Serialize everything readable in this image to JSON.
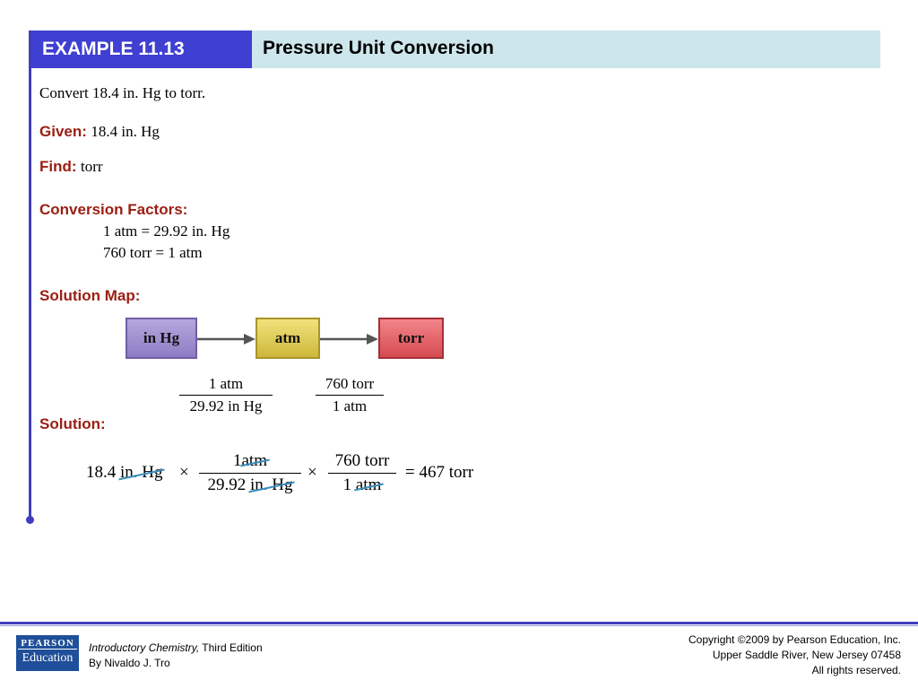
{
  "header": {
    "example": "EXAMPLE 11.13",
    "title": "Pressure Unit Conversion"
  },
  "problem": "Convert 18.4 in. Hg to torr.",
  "given": {
    "label": "Given:",
    "value": "18.4 in. Hg"
  },
  "find": {
    "label": "Find:",
    "value": "torr"
  },
  "conversion": {
    "label": "Conversion Factors:",
    "factor1": "1 atm = 29.92 in. Hg",
    "factor2": "760 torr = 1 atm"
  },
  "solution_map": {
    "label": "Solution Map:",
    "boxes": [
      "in Hg",
      "atm",
      "torr"
    ],
    "box_colors": [
      "#a08fd0",
      "#e2cf55",
      "#e0636a"
    ],
    "factors": [
      {
        "num": "1 atm",
        "den": "29.92 in Hg"
      },
      {
        "num": "760 torr",
        "den": "1 atm"
      }
    ]
  },
  "solution": {
    "label": "Solution:",
    "start_value": "18.4",
    "start_unit": "in. Hg",
    "times": "×",
    "f1_num_value": "1",
    "f1_num_unit": "atm",
    "f1_den_value": "29.92",
    "f1_den_unit": "in. Hg",
    "f2_num": "760 torr",
    "f2_den_value": "1",
    "f2_den_unit": "atm",
    "result": "= 467 torr"
  },
  "footer": {
    "logo_top": "PEARSON",
    "logo_bottom": "Education",
    "book_title": "Introductory Chemistry,",
    "edition": " Third Edition",
    "author": "By Nivaldo J. Tro",
    "copyright1": "Copyright ©2009 by Pearson Education, Inc.",
    "copyright2": "Upper Saddle River, New Jersey 07458",
    "copyright3": "All rights reserved."
  }
}
